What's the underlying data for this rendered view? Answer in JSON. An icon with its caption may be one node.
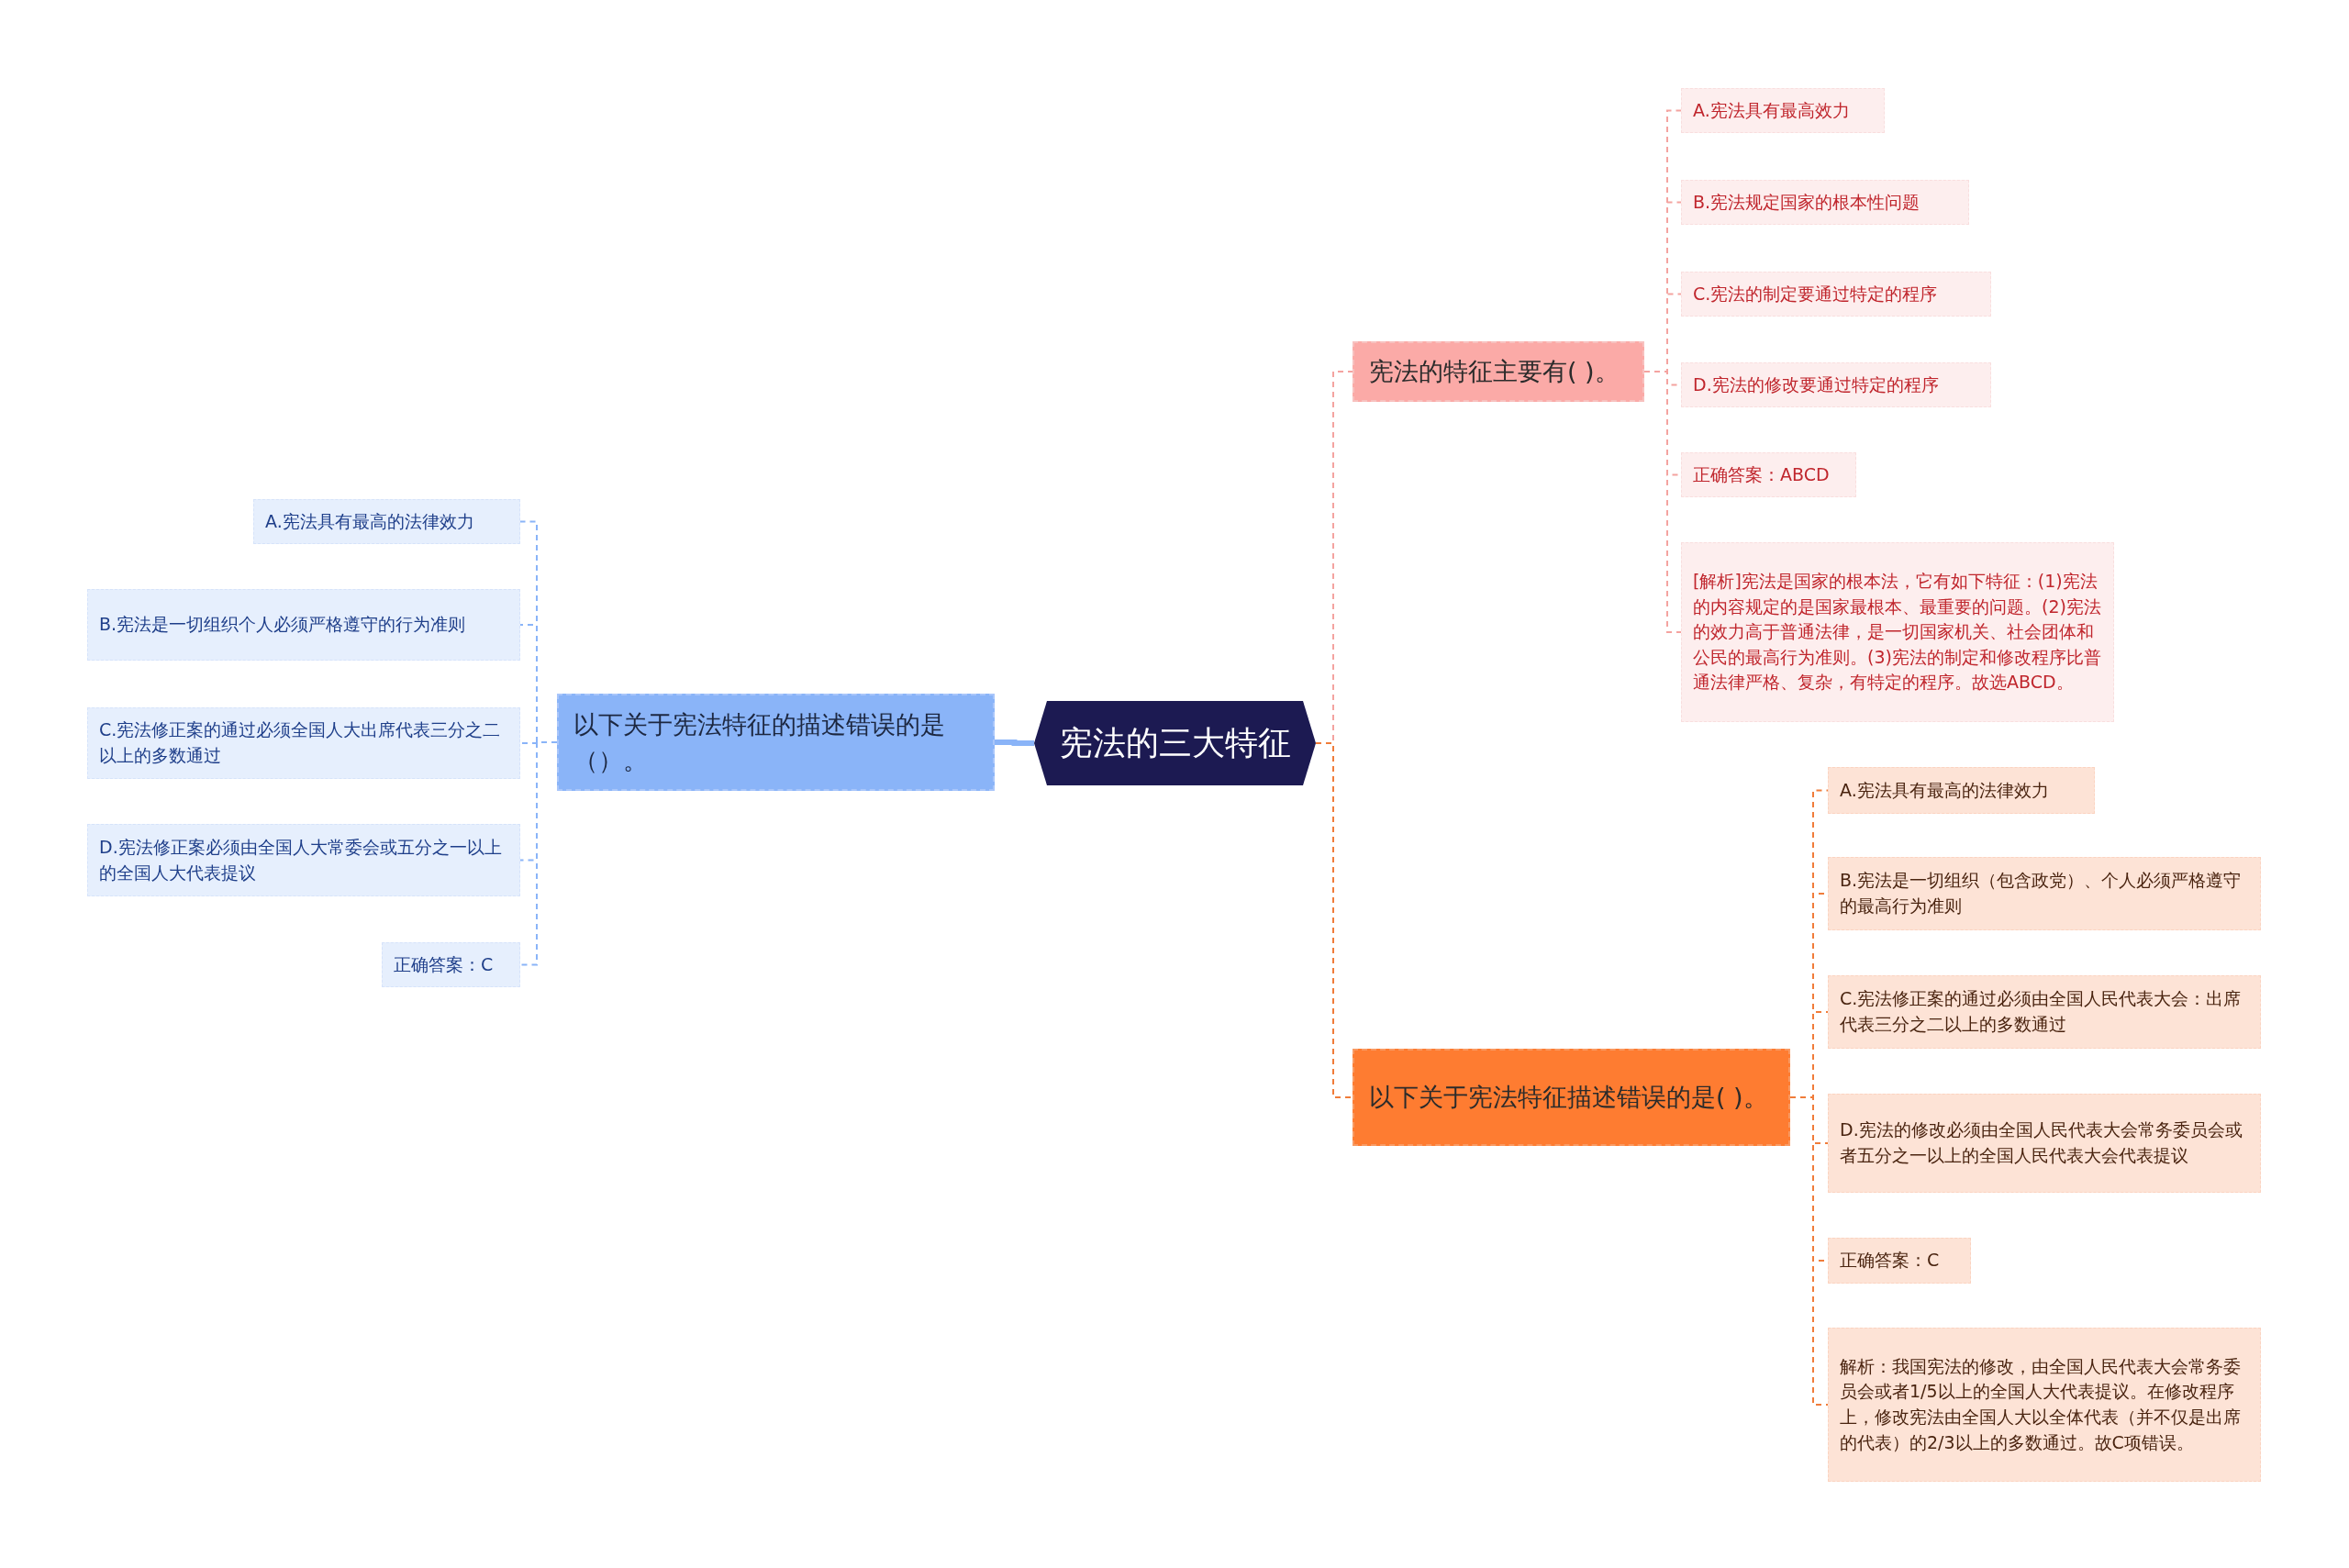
{
  "diagram": {
    "nodes": [
      {
        "text": [
          "宪法的三大特征"
        ]
      },
      {
        "text": [
          "以下关于宪法特征的描述错误的是（）。"
        ]
      },
      {
        "text": [
          "A.宪法具有最高的法律效力"
        ]
      },
      {
        "text": [
          "B.宪法是一切组织个人必须严格遵守的行为准则"
        ]
      },
      {
        "text": [
          "C.宪法修正案的通过必须全国人大出席代表三分之二以上的多数通过"
        ]
      },
      {
        "text": [
          "D.宪法修正案必须由全国人大常委会或五分之一以上的全国人大代表提议"
        ]
      },
      {
        "text": [
          "正确答案：C"
        ]
      },
      {
        "text": [
          "宪法的特征主要有( )。"
        ]
      },
      {
        "text": [
          "A.宪法具有最高效力"
        ]
      },
      {
        "text": [
          "B.宪法规定国家的根本性问题"
        ]
      },
      {
        "text": [
          "C.宪法的制定要通过特定的程序"
        ]
      },
      {
        "text": [
          "D.宪法的修改要通过特定的程序"
        ]
      },
      {
        "text": [
          "正确答案：ABCD"
        ]
      },
      {
        "text": [
          "[解析]宪法是国家的根本法，它有如下特征：(1)宪法的内容规定的是国家最根本、最重要的问题。(2)宪法的效力高于普通法律，是一切国家机关、社会团体和公民的最高行为准则。(3)宪法的制定和修改程序比普通法律严格、复杂，有特定的程序。故选ABCD。"
        ]
      },
      {
        "text": [
          "以下关于宪法特征描述错误的是( )。"
        ]
      },
      {
        "text": [
          "A.宪法具有最高的法律效力"
        ]
      },
      {
        "text": [
          "B.宪法是一切组织（包含政党）、个人必须严格遵守的最高行为准则"
        ]
      },
      {
        "text": [
          "C.宪法修正案的通过必须由全国人民代表大会：出席代表三分之二以上的多数通过"
        ]
      },
      {
        "text": [
          "D.宪法的修改必须由全国人民代表大会常务委员会或者五分之一以上的全国人民代表大会代表提议"
        ]
      },
      {
        "text": [
          "正确答案：C"
        ]
      },
      {
        "text": [
          "解析：我国宪法的修改，由全国人民代表大会常务委员会或者1/5以上的全国人大代表提议。在修改程序上，修改宪法由全国人大以全体代表（并不仅是出席的代表）的2/3以上的多数通过。故C项错误。"
        ]
      }
    ],
    "edges": [
      {
        "from": 0,
        "to": 1,
        "arrow": "none",
        "style": "thick",
        "color": "#8ab4f8"
      },
      {
        "from": 1,
        "to": 2,
        "arrow": "none",
        "style": "dashed",
        "color": "#8ab4f8"
      },
      {
        "from": 1,
        "to": 3,
        "arrow": "none",
        "style": "dashed",
        "color": "#8ab4f8"
      },
      {
        "from": 1,
        "to": 4,
        "arrow": "none",
        "style": "dashed",
        "color": "#8ab4f8"
      },
      {
        "from": 1,
        "to": 5,
        "arrow": "none",
        "style": "dashed",
        "color": "#8ab4f8"
      },
      {
        "from": 1,
        "to": 6,
        "arrow": "none",
        "style": "dashed",
        "color": "#8ab4f8"
      },
      {
        "from": 0,
        "to": 7,
        "arrow": "none",
        "style": "dashed",
        "color": "#f4a3a0"
      },
      {
        "from": 7,
        "to": 8,
        "arrow": "none",
        "style": "dashed",
        "color": "#f4a3a0"
      },
      {
        "from": 7,
        "to": 9,
        "arrow": "none",
        "style": "dashed",
        "color": "#f4a3a0"
      },
      {
        "from": 7,
        "to": 10,
        "arrow": "none",
        "style": "dashed",
        "color": "#f4a3a0"
      },
      {
        "from": 7,
        "to": 11,
        "arrow": "none",
        "style": "dashed",
        "color": "#f4a3a0"
      },
      {
        "from": 7,
        "to": 12,
        "arrow": "none",
        "style": "dashed",
        "color": "#f4a3a0"
      },
      {
        "from": 7,
        "to": 13,
        "arrow": "none",
        "style": "dashed",
        "color": "#f4a3a0"
      },
      {
        "from": 0,
        "to": 14,
        "arrow": "none",
        "style": "dashed",
        "color": "#f07c3a"
      },
      {
        "from": 14,
        "to": 15,
        "arrow": "none",
        "style": "dashed",
        "color": "#f07c3a"
      },
      {
        "from": 14,
        "to": 16,
        "arrow": "none",
        "style": "dashed",
        "color": "#f07c3a"
      },
      {
        "from": 14,
        "to": 17,
        "arrow": "none",
        "style": "dashed",
        "color": "#f07c3a"
      },
      {
        "from": 14,
        "to": 18,
        "arrow": "none",
        "style": "dashed",
        "color": "#f07c3a"
      },
      {
        "from": 14,
        "to": 19,
        "arrow": "none",
        "style": "dashed",
        "color": "#f07c3a"
      },
      {
        "from": 14,
        "to": 20,
        "arrow": "none",
        "style": "dashed",
        "color": "#f07c3a"
      }
    ]
  }
}
